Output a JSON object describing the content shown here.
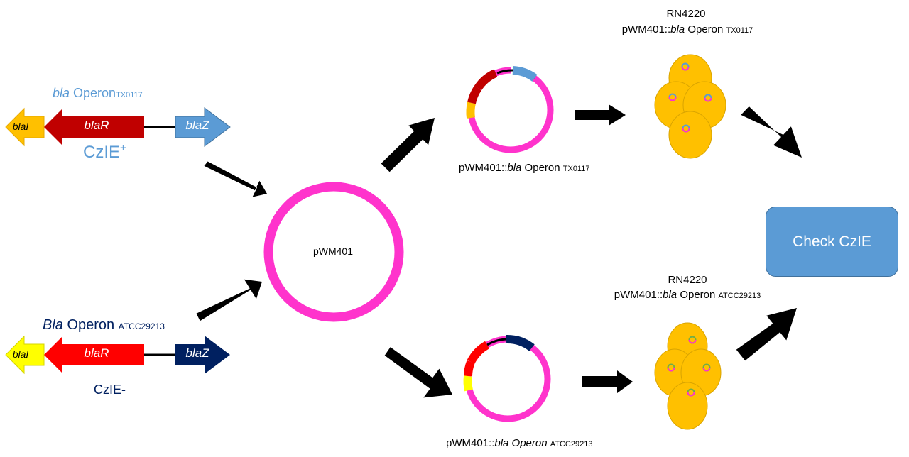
{
  "colors": {
    "blaI_top": "#ffc000",
    "blaR_top": "#c00000",
    "blaZ_top": "#5b9bd5",
    "blaI_bottom": "#ffff00",
    "blaR_bottom": "#ff0000",
    "blaZ_bottom": "#002060",
    "plasmid": "#ff33cc",
    "cell": "#ffc000",
    "cell_stroke": "#d9a400",
    "arrow": "#000000",
    "box": "#5b9bd5",
    "label_light_blue": "#5b9bd5",
    "label_navy": "#002060"
  },
  "top_operon": {
    "title_italic": "bla",
    "title_rest": " Operon",
    "title_sub": "TX0117",
    "genes": [
      "blaI",
      "blaR",
      "blaZ"
    ],
    "phenotype": "CzIE",
    "phenotype_sup": "+"
  },
  "bottom_operon": {
    "title_italic": "Bla",
    "title_rest": " Operon ",
    "title_sub": "ATCC29213",
    "genes": [
      "blaI",
      "blaR",
      "blaZ"
    ],
    "phenotype": "CzIE-"
  },
  "vector": {
    "label": "pWM401"
  },
  "top_construct": {
    "prefix": "pWM401::",
    "italic": "bla",
    "rest": " Operon ",
    "sub": "TX0117"
  },
  "bottom_construct": {
    "prefix": "pWM401::",
    "italic": "bla Operon",
    "rest": " ",
    "sub": "ATCC29213"
  },
  "top_host": {
    "strain": "RN4220",
    "prefix": "pWM401::",
    "italic": "bla",
    "rest": " Operon ",
    "sub": "TX0117"
  },
  "bottom_host": {
    "strain": "RN4220",
    "prefix": "pWM401::",
    "italic": "bla",
    "rest": " Operon ",
    "sub": "ATCC29213"
  },
  "result_box": {
    "label": "Check CzIE"
  }
}
